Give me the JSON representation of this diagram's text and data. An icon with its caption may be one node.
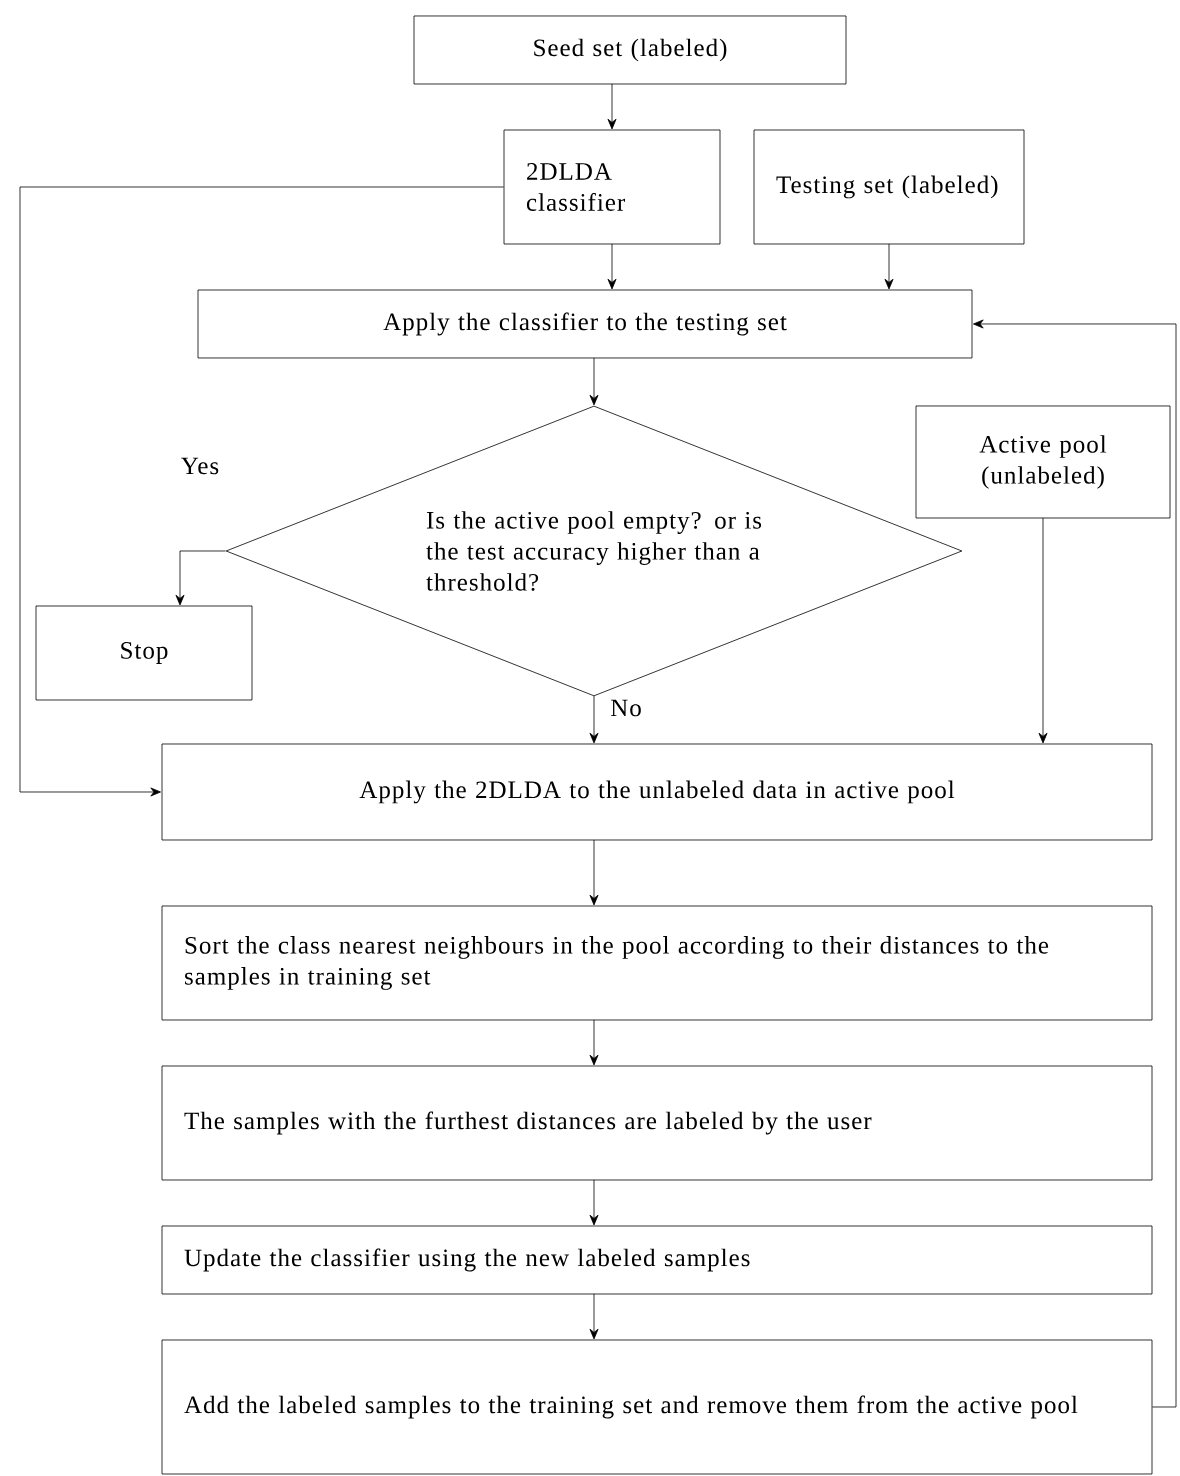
{
  "diagram": {
    "nodes": [
      {
        "text": [
          "Seed set (labeled)"
        ]
      },
      {
        "text": [
          "2DLDA classifier"
        ]
      },
      {
        "text": [
          "Testing set (labeled)"
        ]
      },
      {
        "text": [
          "Apply the classifier to the testing set"
        ]
      },
      {
        "text": [
          "Is the active pool empty? or is the test accuracy higher than a threshold?"
        ]
      },
      {
        "text": [
          "Stop"
        ]
      },
      {
        "text": [
          "Active pool (unlabeled)"
        ]
      },
      {
        "text": [
          "Apply the 2DLDA to the unlabeled data in active pool"
        ]
      },
      {
        "text": [
          "Sort the class nearest neighbours in the pool according to their distances to the samples in training set"
        ]
      },
      {
        "text": [
          "The samples with the furthest distances are labeled by the user"
        ]
      },
      {
        "text": [
          "Update the classifier using the new labeled samples"
        ]
      },
      {
        "text": [
          "Add the labeled samples to the training set and remove them from the active pool"
        ]
      }
    ],
    "edges": [
      {
        "from": 0,
        "to": 1,
        "arrow": "to"
      },
      {
        "from": 1,
        "to": 3,
        "arrow": "to"
      },
      {
        "from": 2,
        "to": 3,
        "arrow": "to"
      },
      {
        "from": 3,
        "to": 4,
        "arrow": "to"
      },
      {
        "from": 4,
        "to": 5,
        "arrow": "to",
        "label": "Yes"
      },
      {
        "from": 4,
        "to": 7,
        "arrow": "to",
        "label": "No"
      },
      {
        "from": 6,
        "to": 7,
        "arrow": "to"
      },
      {
        "from": 1,
        "to": 7,
        "arrow": "to"
      },
      {
        "from": 7,
        "to": 8,
        "arrow": "to"
      },
      {
        "from": 8,
        "to": 9,
        "arrow": "to"
      },
      {
        "from": 9,
        "to": 10,
        "arrow": "to"
      },
      {
        "from": 10,
        "to": 11,
        "arrow": "to"
      },
      {
        "from": 11,
        "to": 3,
        "arrow": "to"
      }
    ]
  }
}
